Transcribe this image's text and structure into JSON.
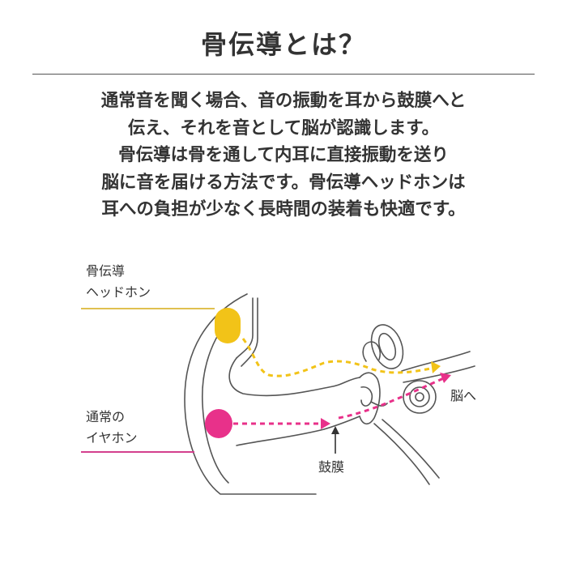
{
  "title": "骨伝導とは？",
  "description": [
    "通常音を聞く場合、音の振動を耳から鼓膜へと",
    "伝え、それを音として脳が認識します。",
    "骨伝導は骨を通して内耳に直接振動を送り",
    "脳に音を届ける方法です。骨伝導ヘッドホンは",
    "耳への負担が少なく長時間の装着も快適です。"
  ],
  "diagram": {
    "bone_label_1": "骨伝導",
    "bone_label_2": "ヘッドホン",
    "normal_label_1": "通常の",
    "normal_label_2": "イヤホン",
    "eardrum_label": "鼓膜",
    "brain_label": "脳へ"
  },
  "colors": {
    "bone_conduction": "#f2c318",
    "normal_earphone": "#e8318a",
    "lines": "#555555"
  }
}
